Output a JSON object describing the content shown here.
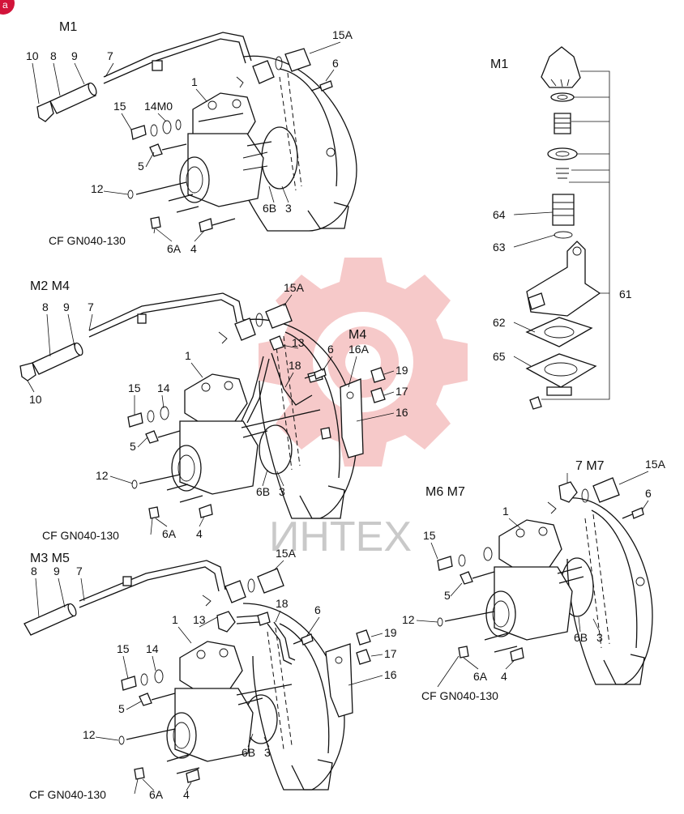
{
  "watermark": {
    "text": "ИНТЕХ",
    "color": "#f3b7b7",
    "text_color": "#c9c9c9"
  },
  "corner_badge": {
    "text": "a",
    "color": "#d2143a"
  },
  "groups": {
    "m1_top": "M1",
    "m1_valve": "M1",
    "m2m4": "M2 M4",
    "m4": "M4",
    "m3m5": "M3 M5",
    "m6m7": "M6 M7",
    "m7": "7 M7"
  },
  "labels": {
    "a1": "10",
    "a2": "8",
    "a3": "9",
    "a4": "7",
    "a5": "15A",
    "a6": "6",
    "a7": "1",
    "a8": "15",
    "a9": "14M0",
    "a10": "5",
    "a11": "12",
    "a12": "6B",
    "a13": "3",
    "a14": "CF GN040-130",
    "a15": "6A",
    "a16": "4",
    "v1": "64",
    "v2": "63",
    "v3": "61",
    "v4": "62",
    "v5": "65",
    "b1": "8",
    "b2": "9",
    "b3": "7",
    "b4": "10",
    "b5": "15A",
    "b6": "13",
    "b7": "16A",
    "b8": "6",
    "b9": "18",
    "b10": "19",
    "b11": "17",
    "b12": "16",
    "b13": "1",
    "b14": "15",
    "b15": "14",
    "b16": "5",
    "b17": "12",
    "b18": "6B",
    "b19": "3",
    "b20": "CF GN040-130",
    "b21": "6A",
    "b22": "4",
    "c1": "8",
    "c2": "9",
    "c3": "7",
    "c4": "15A",
    "c5": "18",
    "c6": "1",
    "c7": "13",
    "c8": "6",
    "c9": "19",
    "c10": "17",
    "c11": "16",
    "c12": "15",
    "c13": "14",
    "c14": "5",
    "c15": "12",
    "c16": "6B",
    "c17": "3",
    "c18": "CF GN040-130",
    "c19": "6A",
    "c20": "4",
    "d1": "15A",
    "d2": "6",
    "d3": "1",
    "d4": "15",
    "d5": "5",
    "d6": "12",
    "d7": "6B",
    "d8": "3",
    "d9": "CF GN040-130",
    "d10": "6A",
    "d11": "4"
  }
}
